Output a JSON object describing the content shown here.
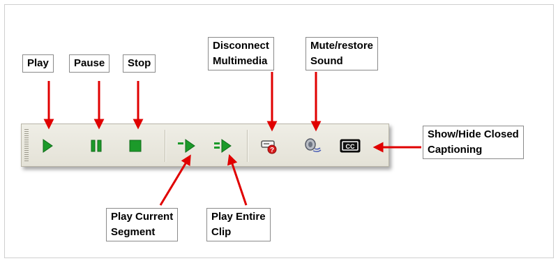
{
  "toolbar": {
    "buttons": {
      "play": {
        "icon": "play-icon"
      },
      "pause": {
        "icon": "pause-icon"
      },
      "stop": {
        "icon": "stop-icon"
      },
      "play_current_segment": {
        "icon": "play-segment-icon"
      },
      "play_entire_clip": {
        "icon": "play-clip-icon"
      },
      "disconnect_multimedia": {
        "icon": "disconnect-icon"
      },
      "mute_restore": {
        "icon": "speaker-icon"
      },
      "closed_captioning": {
        "icon": "cc-icon",
        "text": "CC"
      }
    }
  },
  "callouts": {
    "play": "Play",
    "pause": "Pause",
    "stop": "Stop",
    "disconnect_line1": "Disconnect",
    "disconnect_line2": "Multimedia",
    "mute_line1": "Mute/restore",
    "mute_line2": "Sound",
    "cc_line1": "Show/Hide Closed",
    "cc_line2": "Captioning",
    "segment_line1": "Play Current",
    "segment_line2": "Segment",
    "clip_line1": "Play Entire",
    "clip_line2": "Clip"
  },
  "colors": {
    "arrow": "#e00000",
    "button_green": "#1c9a2a",
    "toolbar_bg": "#e9e7dd"
  }
}
